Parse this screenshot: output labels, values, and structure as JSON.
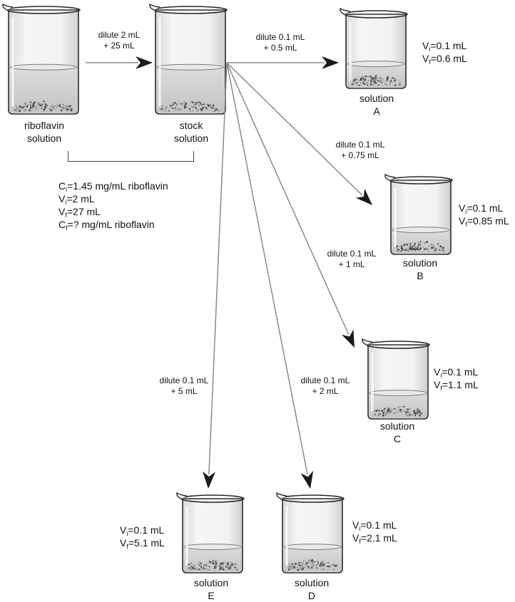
{
  "beakers": {
    "riboflavin": {
      "label": [
        "riboflavin",
        "solution"
      ]
    },
    "stock": {
      "label": [
        "stock",
        "solution"
      ]
    },
    "a": {
      "label": [
        "solution",
        "A"
      ],
      "vi": "=0.1 mL",
      "vf": "=0.6 mL"
    },
    "b": {
      "label": [
        "solution",
        "B"
      ],
      "vi": "=0.1 mL",
      "vf": "=0.85 mL"
    },
    "c": {
      "label": [
        "solution",
        "C"
      ],
      "vi": "=0.1 mL",
      "vf": "=1.1 mL"
    },
    "d": {
      "label": [
        "solution",
        "D"
      ],
      "vi": "=0.1 mL",
      "vf": "=2.1 mL"
    },
    "e": {
      "label": [
        "solution",
        "E"
      ],
      "vi": "=0.1 mL",
      "vf": "=5.1 mL"
    }
  },
  "arrows": {
    "to_stock": [
      "dilute 2 mL",
      "+ 25 mL"
    ],
    "to_a": [
      "dilute 0.1 mL",
      "+ 0.5 mL"
    ],
    "to_b": [
      "dilute 0.1 mL",
      "+ 0.75 mL"
    ],
    "to_c": [
      "dilute 0.1 mL",
      "+ 1 mL"
    ],
    "to_d": [
      "dilute 0.1 mL",
      "+ 2 mL"
    ],
    "to_e": [
      "dilute 0.1 mL",
      "+ 5 mL"
    ]
  },
  "calc": {
    "ci": {
      "sym": "C",
      "sub": "i",
      "text": "=1.45 mg/mL riboflavin"
    },
    "vi": {
      "sym": "V",
      "sub": "i",
      "text": "=2 mL"
    },
    "vf": {
      "sym": "V",
      "sub": "f",
      "text": "=27 mL"
    },
    "cf": {
      "sym": "C",
      "sub": "f",
      "text": "=? mg/mL riboflavin"
    }
  },
  "vol_symbols": {
    "v": "V",
    "i": "i",
    "f": "f"
  }
}
